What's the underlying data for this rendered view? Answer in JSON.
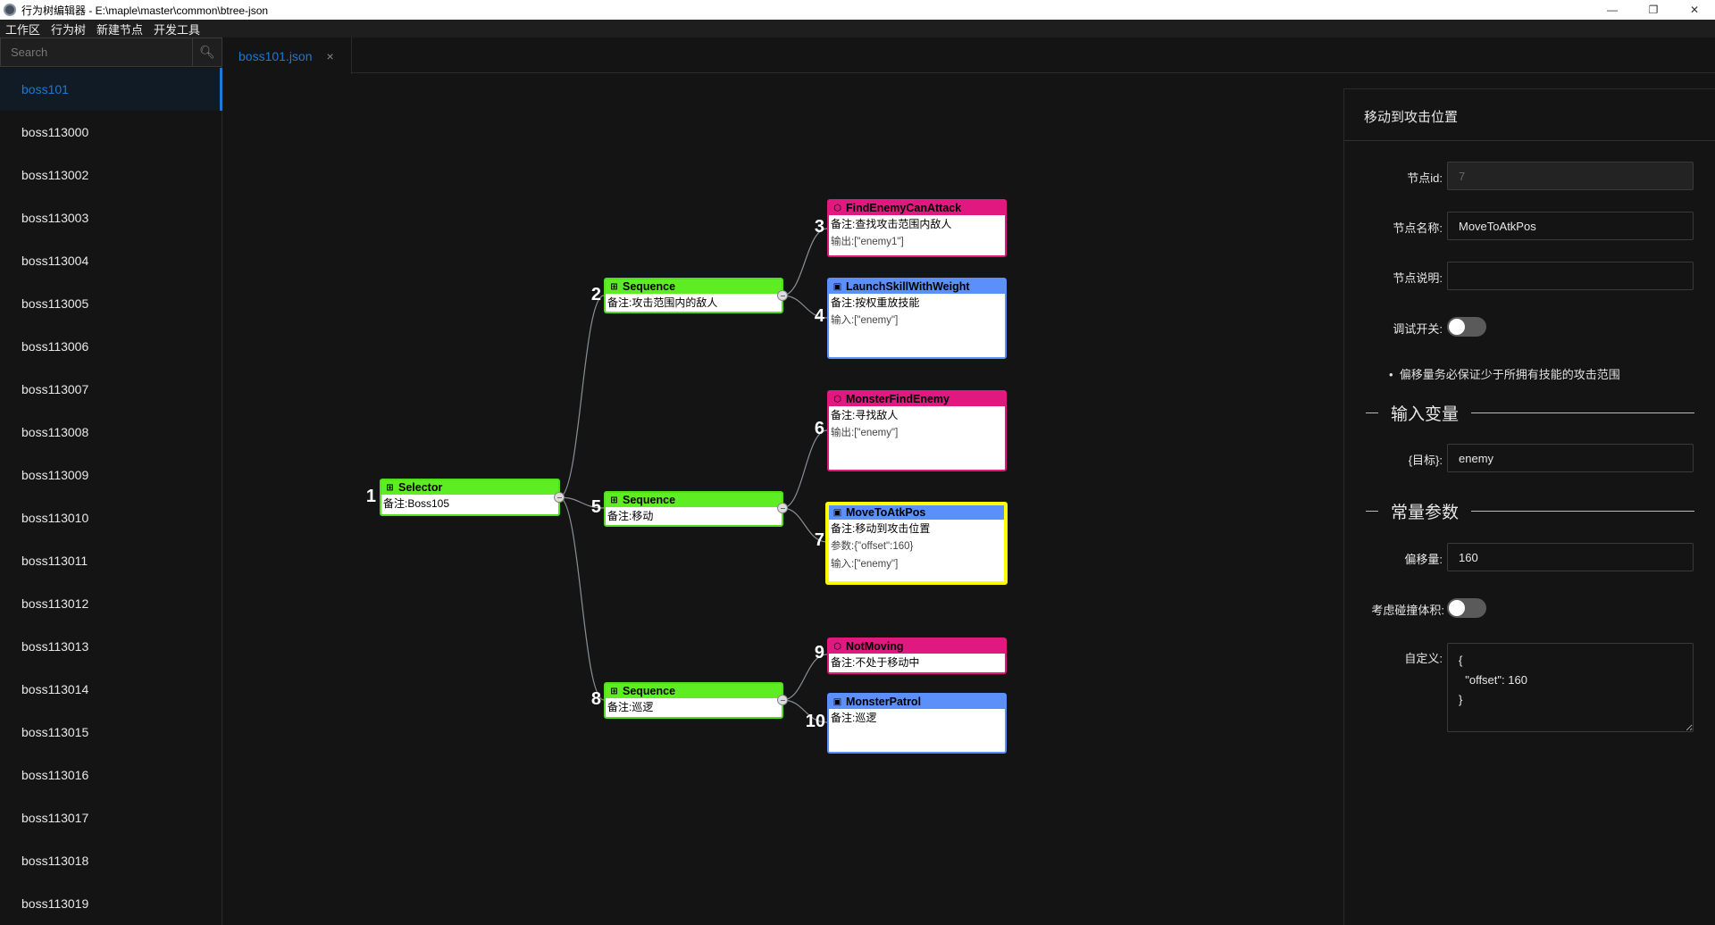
{
  "window": {
    "title": "行为树编辑器 - E:\\maple\\master\\common\\btree-json",
    "minimize": "—",
    "restore": "❐",
    "close": "✕"
  },
  "menu": [
    "工作区",
    "行为树",
    "新建节点",
    "开发工具"
  ],
  "sidebar": {
    "search_placeholder": "Search",
    "search_icon": "search-icon",
    "selected": "boss101",
    "items": [
      "boss101",
      "boss113000",
      "boss113002",
      "boss113003",
      "boss113004",
      "boss113005",
      "boss113006",
      "boss113007",
      "boss113008",
      "boss113009",
      "boss113010",
      "boss113011",
      "boss113012",
      "boss113013",
      "boss113014",
      "boss113015",
      "boss113016",
      "boss113017",
      "boss113018",
      "boss113019"
    ]
  },
  "tabs": [
    {
      "label": "boss101.json",
      "close": "×"
    }
  ],
  "colors": {
    "composite": "#5ded22",
    "condition": "#e0187f",
    "action": "#5b8ff9",
    "selected": "#ffff00",
    "accent": "#1d78d6"
  },
  "tree": {
    "nodes": [
      {
        "id": "1",
        "type": "composite",
        "name": "Selector",
        "note": "备注:Boss105"
      },
      {
        "id": "2",
        "type": "composite",
        "name": "Sequence",
        "note": "备注:攻击范围内的敌人"
      },
      {
        "id": "3",
        "type": "condition",
        "name": "FindEnemyCanAttack",
        "note": "备注:查找攻击范围内敌人",
        "output": "输出:[\"enemy1\"]"
      },
      {
        "id": "4",
        "type": "action",
        "name": "LaunchSkillWithWeight",
        "note": "备注:按权重放技能",
        "input": "输入:[\"enemy\"]"
      },
      {
        "id": "5",
        "type": "composite",
        "name": "Sequence",
        "note": "备注:移动"
      },
      {
        "id": "6",
        "type": "condition",
        "name": "MonsterFindEnemy",
        "note": "备注:寻找敌人",
        "output": "输出:[\"enemy\"]"
      },
      {
        "id": "7",
        "type": "action",
        "name": "MoveToAtkPos",
        "note": "备注:移动到攻击位置",
        "params": "参数:{\"offset\":160}",
        "input": "输入:[\"enemy\"]",
        "selected": true
      },
      {
        "id": "8",
        "type": "composite",
        "name": "Sequence",
        "note": "备注:巡逻"
      },
      {
        "id": "9",
        "type": "condition",
        "name": "NotMoving",
        "note": "备注:不处于移动中"
      },
      {
        "id": "10",
        "type": "action",
        "name": "MonsterPatrol",
        "note": "备注:巡逻"
      }
    ]
  },
  "inspector": {
    "title": "移动到攻击位置",
    "id_label": "节点id:",
    "id_value": "7",
    "name_label": "节点名称:",
    "name_value": "MoveToAtkPos",
    "desc_label": "节点说明:",
    "desc_value": "",
    "debug_label": "调试开关:",
    "debug_on": false,
    "hint": "偏移量务必保证少于所拥有技能的攻击范围",
    "input_section": "输入变量",
    "target_label": "{目标}:",
    "target_value": "enemy",
    "const_section": "常量参数",
    "offset_label": "偏移量:",
    "offset_value": "160",
    "collision_label": "考虑碰撞体积:",
    "collision_on": false,
    "custom_label": "自定义:",
    "custom_value": "{\n  \"offset\": 160\n}"
  }
}
